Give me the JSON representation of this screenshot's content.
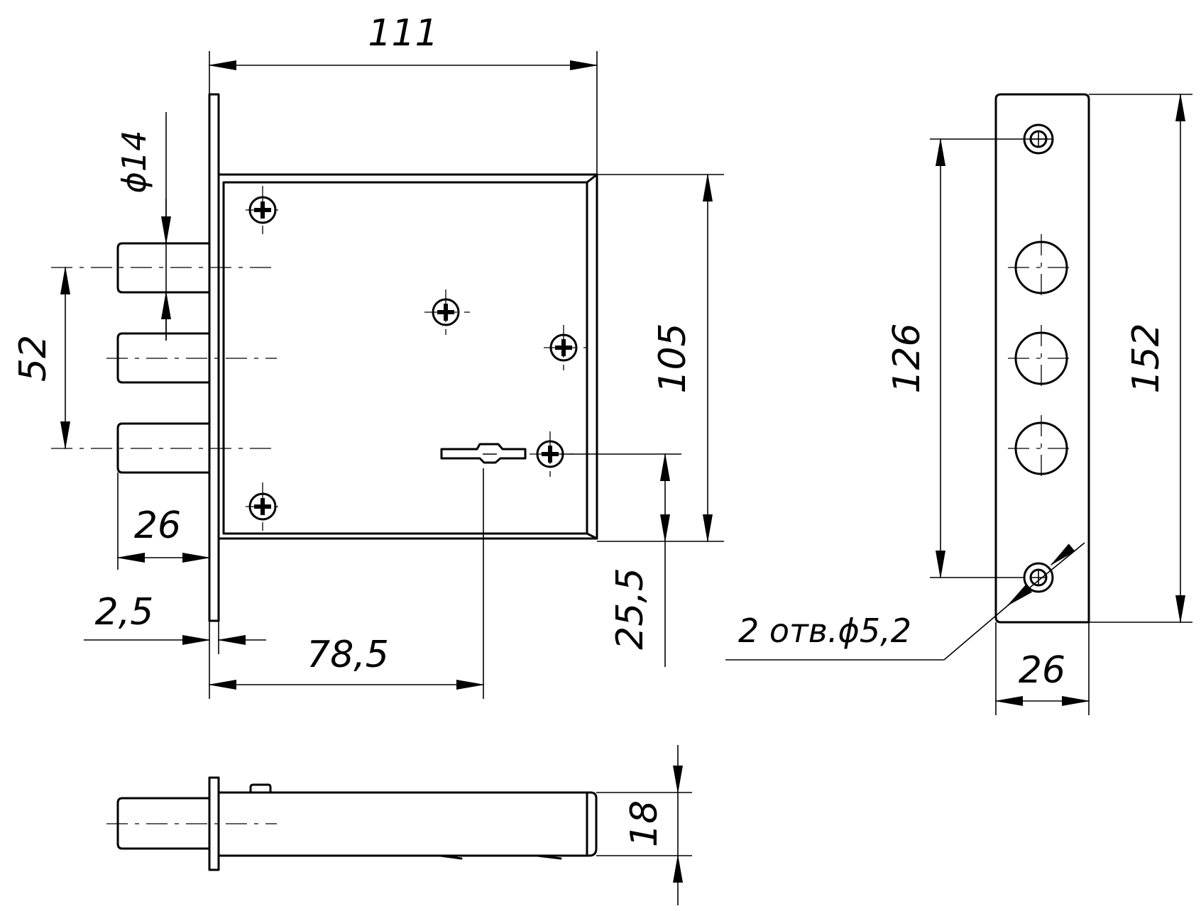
{
  "dimensions": {
    "lock_width": "111",
    "bolt_diameter": "ϕ14",
    "bolt_spacing": "52",
    "case_height": "105",
    "bolt_length": "26",
    "faceplate_thickness": "2,5",
    "backset": "78,5",
    "keyhole_offset": "25,5",
    "hole_spacing": "126",
    "faceplate_length": "152",
    "holes_note": "2 отв.ϕ5,2",
    "faceplate_width": "26",
    "case_depth": "18"
  },
  "colors": {
    "line": "#000000",
    "background": "#ffffff"
  }
}
